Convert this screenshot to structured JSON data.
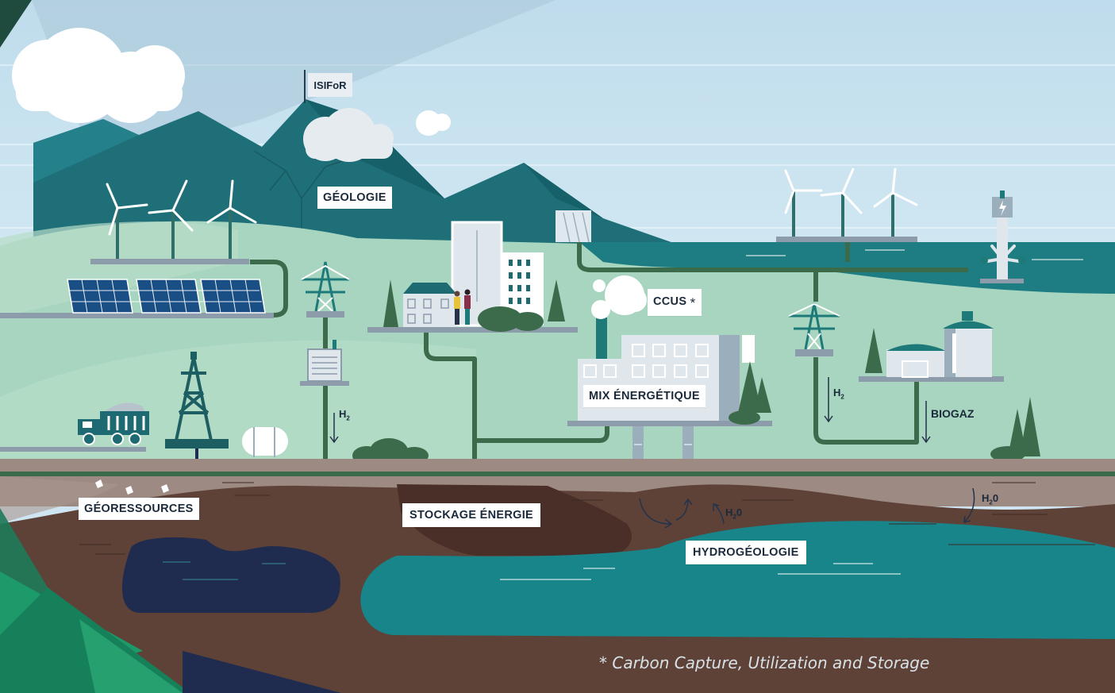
{
  "labels": {
    "flag": "ISIFoR",
    "geologie": "GÉOLOGIE",
    "ccus": "CCUS",
    "ccus_mark": "*",
    "mix": "MIX ÉNERGÉTIQUE",
    "georessources": "GÉORESSOURCES",
    "stockage": "STOCKAGE ÉNERGIE",
    "hydrogeologie": "HYDROGÉOLOGIE",
    "biogaz": "BIOGAZ"
  },
  "chem": {
    "h2_symbol": "H",
    "h2_sub": "2",
    "h2o_symbol": "H",
    "h2o_sub": "2",
    "h2o_tail": "0"
  },
  "footnote": "* Carbon Capture, Utilization and Storage",
  "colors": {
    "sky": "#cfe6f2",
    "mountain": "#1e6f78",
    "meadow": "#a8d5bf",
    "pipe": "#3c6b4c",
    "soil": "#5e4238",
    "aquifer": "#17858a",
    "oil": "#1f2b4f"
  }
}
